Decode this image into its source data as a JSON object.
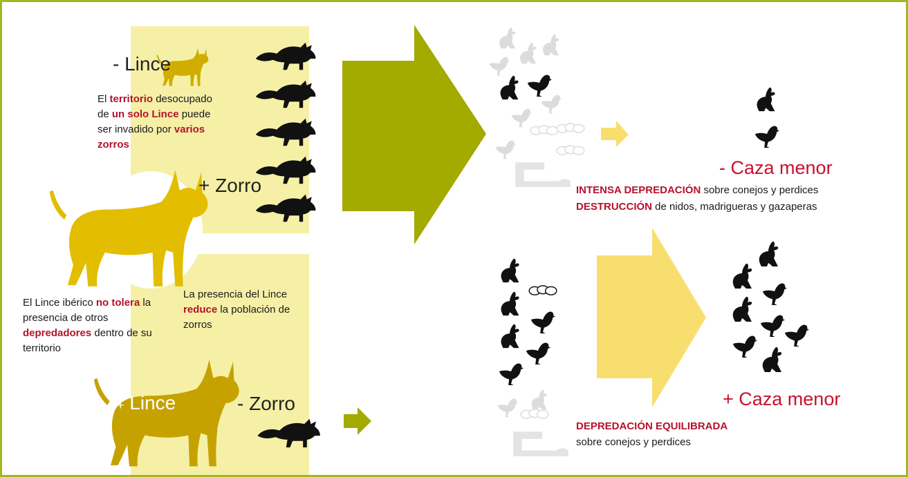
{
  "colors": {
    "panel_fill": "#f5f0a6",
    "big_arrow_olive": "#a3aa00",
    "big_arrow_yellow": "#f8de6e",
    "lynx_yellow": "#e3bd00",
    "lynx_dark": "#c6a200",
    "accent_red": "#b5122b",
    "frame_green": "#a3b81f"
  },
  "top_scenario": {
    "minus_lynx": {
      "sign": "-",
      "label": "Lince"
    },
    "plus_fox": {
      "sign": "+",
      "label": "Zorro"
    },
    "territory_text": [
      "El ",
      "territorio",
      " desocupado de ",
      "un solo Lince",
      " puede ser invadido por ",
      "varios zorros"
    ],
    "result_heading": "- Caza menor",
    "result_line1": {
      "bold": "INTENSA DEPREDACIÓN",
      "rest": " sobre conejos y perdices"
    },
    "result_line2": {
      "bold": "DESTRUCCIÓN",
      "rest": " de nidos, madrigueras y gazaperas"
    }
  },
  "middle": {
    "tolerance_text": [
      "El Lince ibérico ",
      "no tolera",
      " la presencia de otros ",
      "depredadores",
      " dentro de su territorio"
    ],
    "reduce_text": [
      "La presencia del Lince ",
      "reduce",
      " la población de zorros"
    ]
  },
  "bottom_scenario": {
    "plus_lynx": {
      "sign": "+",
      "label": "Lince"
    },
    "minus_fox": {
      "sign": "-",
      "label": "Zorro"
    },
    "result_heading": "+ Caza menor",
    "result_line1": "DEPREDACIÓN EQUILIBRADA",
    "result_line2": "sobre conejos y perdices"
  },
  "icons": {
    "fox": "fox-silhouette-icon",
    "rabbit": "rabbit-silhouette-icon",
    "partridge": "partridge-silhouette-icon",
    "eggs": "eggs-icon",
    "burrow": "burrow-icon",
    "lynx": "lynx-silhouette-icon"
  }
}
